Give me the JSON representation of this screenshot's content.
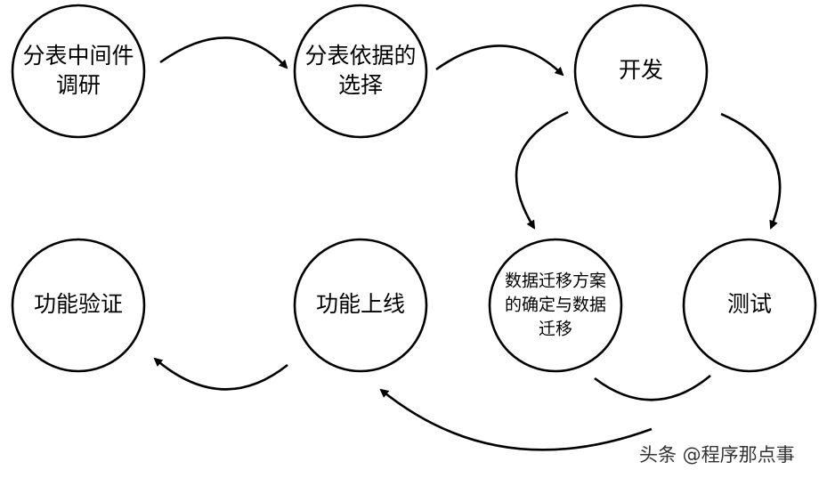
{
  "diagram": {
    "nodes": [
      {
        "id": "research",
        "lines": [
          "分表中间件",
          "调研"
        ]
      },
      {
        "id": "basis",
        "lines": [
          "分表依据的",
          "选择"
        ]
      },
      {
        "id": "dev",
        "lines": [
          "开发"
        ]
      },
      {
        "id": "migration",
        "lines": [
          "数据迁移方案",
          "的确定与数据",
          "迁移"
        ]
      },
      {
        "id": "test",
        "lines": [
          "测试"
        ]
      },
      {
        "id": "launch",
        "lines": [
          "功能上线"
        ]
      },
      {
        "id": "verify",
        "lines": [
          "功能验证"
        ]
      }
    ]
  },
  "watermark": "头条 @程序那点事"
}
